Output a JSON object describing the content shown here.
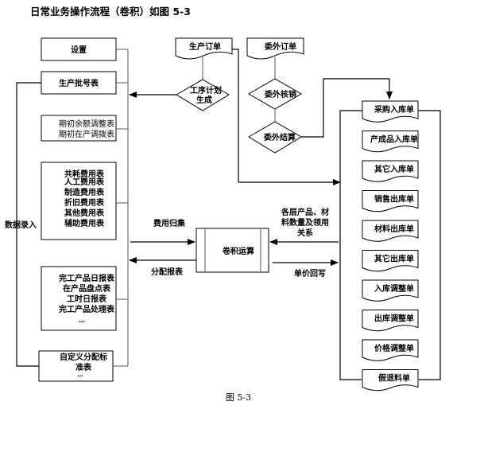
{
  "title": "日常业务操作流程（卷积）如图 5-3",
  "caption": "图 5-3",
  "left_column": {
    "side_label": "数据录入",
    "setup": "设置",
    "batch": "生产批号表",
    "opening": [
      "期初余额调整表",
      "期初在产调拨表"
    ],
    "expenses": [
      "共耗费用表",
      "人工费用表",
      "制造费用表",
      "折旧费用表",
      "其他费用表",
      "辅助费用表"
    ],
    "reports": [
      "完工产品日报表",
      "在产品盘点表",
      "工时日报表",
      "完工产品处理表",
      "…"
    ],
    "custom": [
      "自定义分配标",
      "准表",
      "…"
    ]
  },
  "top": {
    "production_order": "生产订单",
    "process_plan": [
      "工序计划",
      "生成"
    ],
    "outsource_order": "委外订单",
    "outsource_verify": "委外核销",
    "outsource_settle": "委外结算"
  },
  "center": {
    "process": "卷积运算",
    "cost_collect": "费用归集",
    "alloc_report": "分配报表",
    "relation": [
      "各层产品、材",
      "料数量及领用",
      "关系"
    ],
    "price_write": "单价回写"
  },
  "right_docs": [
    "采购入库单",
    "产成品入库单",
    "其它入库单",
    "销售出库单",
    "材料出库单",
    "其它出库单",
    "入库调整单",
    "出库调整单",
    "价格调整单",
    "假退料单"
  ]
}
